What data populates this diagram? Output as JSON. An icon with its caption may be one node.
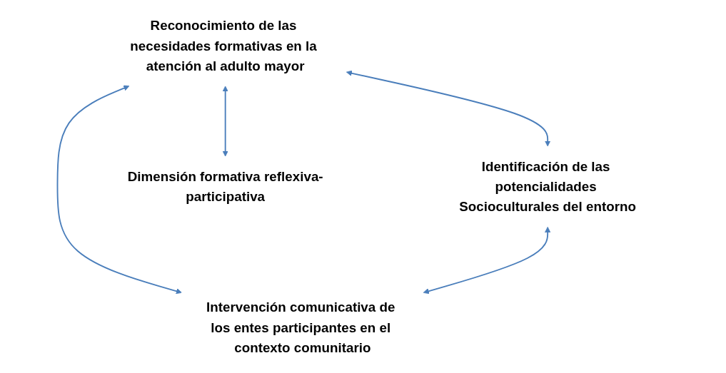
{
  "diagram": {
    "nodes": [
      {
        "text": [
          "Reconocimiento de las necesidades formativas en la atención al adulto mayor"
        ]
      },
      {
        "text": [
          "Identificación de las potencialidades Socioculturales del entorno"
        ]
      },
      {
        "text": [
          "Intervención comunicativa de los entes participantes en el contexto comunitario"
        ]
      },
      {
        "text": [
          "Dimensión formativa reflexiva-participativa"
        ]
      }
    ],
    "edges": [
      {
        "from": 0,
        "to": 1,
        "arrow": "both"
      },
      {
        "from": 0,
        "to": 2,
        "arrow": "both"
      },
      {
        "from": 0,
        "to": 3,
        "arrow": "both"
      },
      {
        "from": 1,
        "to": 2,
        "arrow": "both"
      }
    ]
  }
}
